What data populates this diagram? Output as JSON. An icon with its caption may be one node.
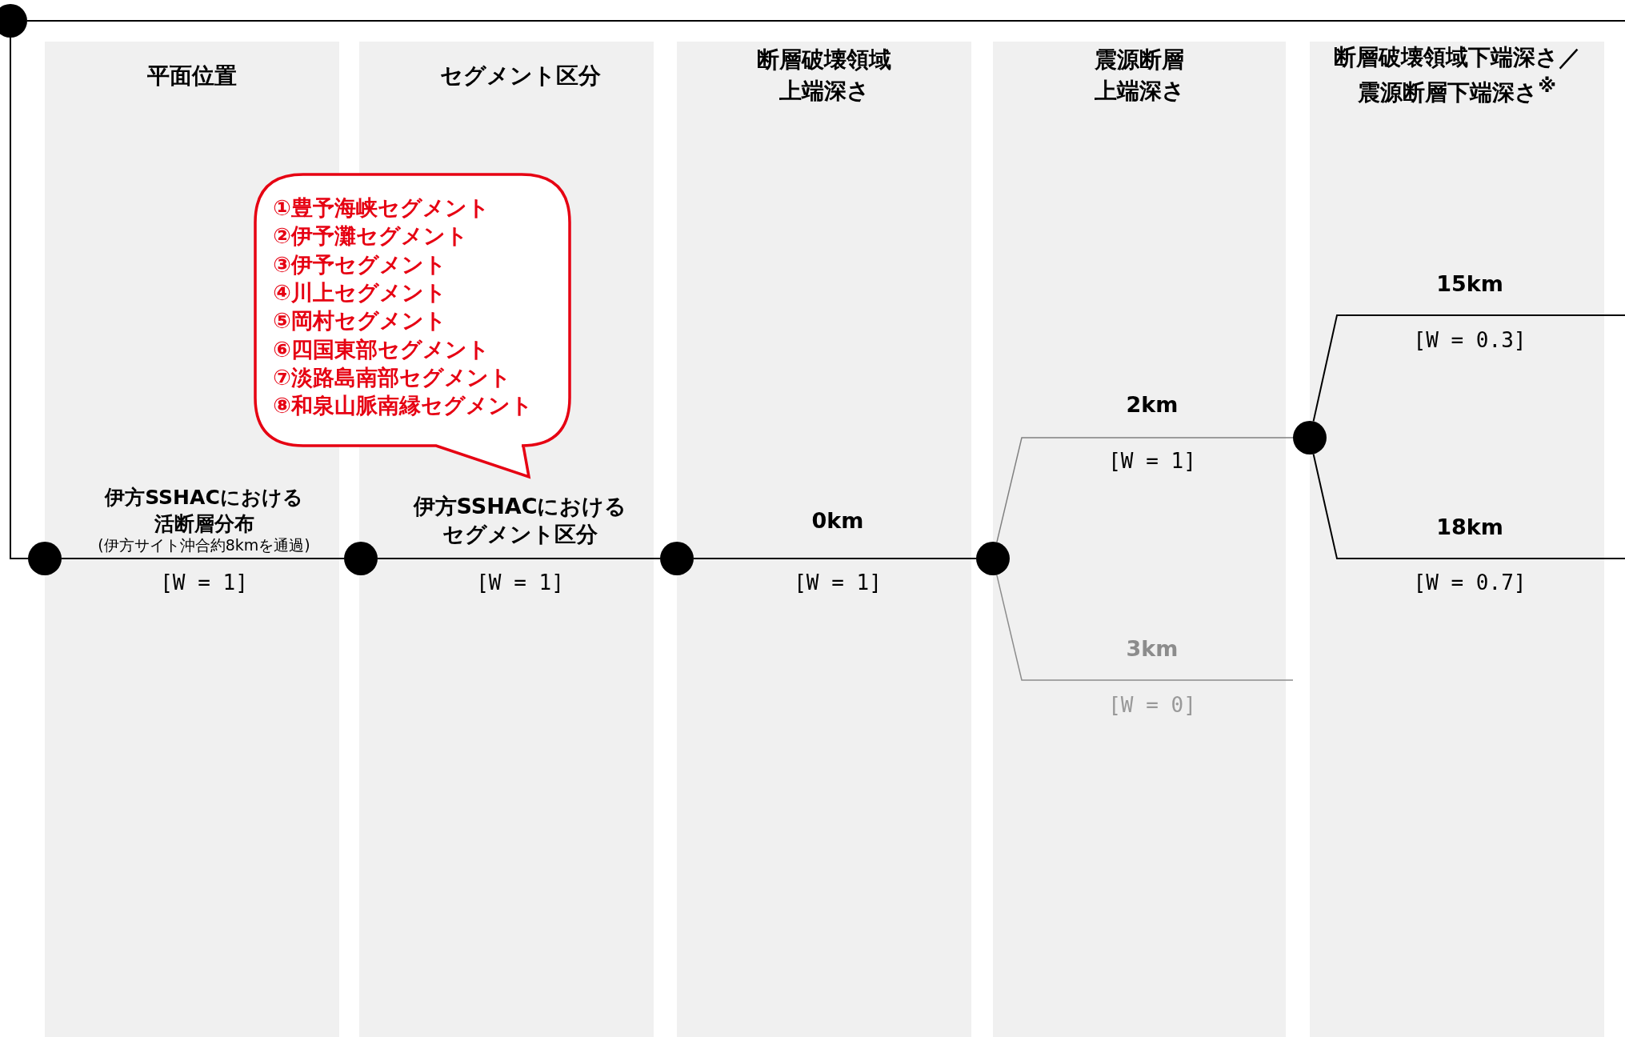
{
  "diagram": {
    "nodes": [
      {
        "text": [],
        "shape": "circle"
      },
      {
        "text": [],
        "shape": "circle"
      },
      {
        "text": [],
        "shape": "circle"
      },
      {
        "text": [],
        "shape": "circle"
      },
      {
        "text": [],
        "shape": "circle"
      },
      {
        "text": [],
        "shape": "circle"
      },
      {
        "text": [
          "①豊予海峡セグメント",
          "②伊予灘セグメント",
          "③伊予セグメント",
          "④川上セグメント",
          "⑤岡村セグメント",
          "⑥四国東部セグメント",
          "⑦淡路島南部セグメント",
          "⑧和泉山脈南縁セグメント"
        ]
      }
    ],
    "edges": [
      {
        "from": 0,
        "to": null,
        "arrow": "none"
      },
      {
        "from": 0,
        "to": 1,
        "arrow": "none"
      },
      {
        "from": 1,
        "to": 2,
        "arrow": "none",
        "label": "伊方SSHACにおける活断層分布"
      },
      {
        "from": 2,
        "to": 3,
        "arrow": "none",
        "label": "伊方SSHACにおけるセグメント区分"
      },
      {
        "from": 3,
        "to": 4,
        "arrow": "none",
        "label": "0km"
      },
      {
        "from": 4,
        "to": 5,
        "arrow": "none",
        "label": "2km",
        "color": "#808080"
      },
      {
        "from": 4,
        "to": null,
        "arrow": "none",
        "label": "3km",
        "color": "#8c8c8c"
      },
      {
        "from": 5,
        "to": null,
        "arrow": "none",
        "label": "15km"
      },
      {
        "from": 5,
        "to": null,
        "arrow": "none",
        "label": "18km"
      }
    ],
    "labels": [
      "平面位置",
      "セグメント区分",
      "断層破壊領域上端深さ",
      "震源断層上端深さ",
      "断層破壊領域下端深さ／震源断層下端深さ$^{※}$",
      "(伊方サイト沖合約8kmを通過)",
      "[W = 1]",
      "[W = 1]",
      "[W = 1]",
      "[W = 1]",
      "[W = 0]",
      "[W = 0.3]",
      "[W = 0.7]"
    ]
  }
}
